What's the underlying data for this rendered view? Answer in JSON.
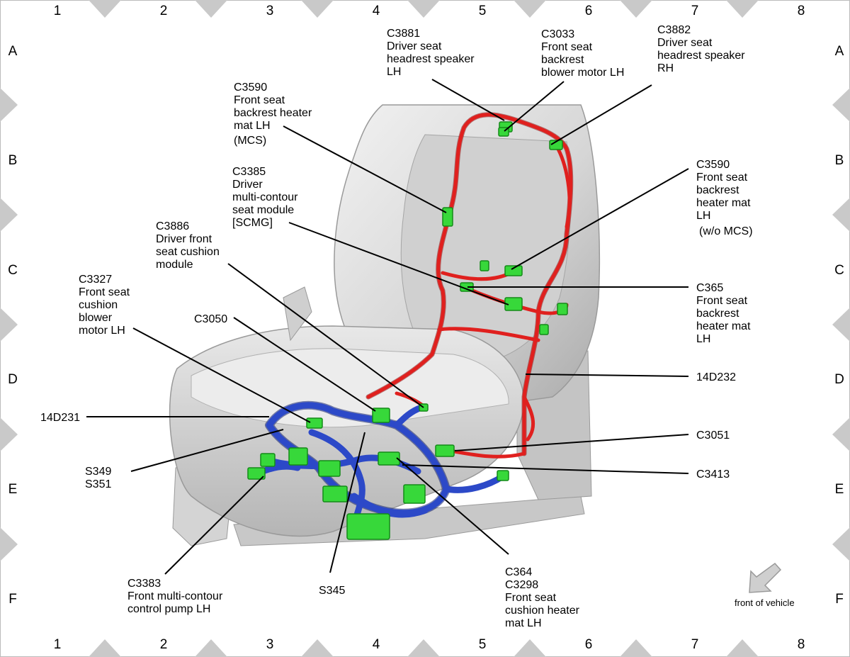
{
  "grid": {
    "columns": [
      "1",
      "2",
      "3",
      "4",
      "5",
      "6",
      "7",
      "8"
    ],
    "rows": [
      "A",
      "B",
      "C",
      "D",
      "E",
      "F"
    ]
  },
  "callouts": {
    "c3881": [
      "C3881",
      "Driver seat",
      "headrest speaker",
      "LH"
    ],
    "c3033": [
      "C3033",
      "Front seat",
      "backrest",
      "blower motor LH"
    ],
    "c3882": [
      "C3882",
      "Driver seat",
      "headrest speaker",
      "RH"
    ],
    "c3590_mcs": [
      "C3590",
      "Front seat",
      "backrest heater",
      "mat LH"
    ],
    "c3590_mcs_note": "(MCS)",
    "c3385": [
      "C3385",
      "Driver",
      "multi-contour",
      "seat module",
      "[SCMG]"
    ],
    "c3590_womcs": [
      "C3590",
      "Front seat",
      "backrest",
      "heater mat",
      "LH"
    ],
    "c3590_womcs_note": "(w/o MCS)",
    "c3886": [
      "C3886",
      "Driver front",
      "seat cushion",
      "module"
    ],
    "c3327": [
      "C3327",
      "Front seat",
      "cushion",
      "blower",
      "motor LH"
    ],
    "c3050": [
      "C3050"
    ],
    "c365": [
      "C365",
      "Front seat",
      "backrest",
      "heater mat",
      "LH"
    ],
    "h14d232": [
      "14D232"
    ],
    "h14d231": [
      "14D231"
    ],
    "c3051": [
      "C3051"
    ],
    "s349": [
      "S349",
      "S351"
    ],
    "c3413": [
      "C3413"
    ],
    "c3383": [
      "C3383",
      "Front multi-contour",
      "control pump LH"
    ],
    "s345": [
      "S345"
    ],
    "c364": [
      "C364",
      "C3298",
      "Front seat",
      "cushion heater",
      "mat LH"
    ]
  },
  "front_of_vehicle": "front of vehicle",
  "colors": {
    "harness_backrest": "#e0201e",
    "harness_cushion": "#2c49c8",
    "connector": "#37d83a",
    "seat": "#d9d9d9",
    "grid_marker": "#c9c9c9"
  }
}
